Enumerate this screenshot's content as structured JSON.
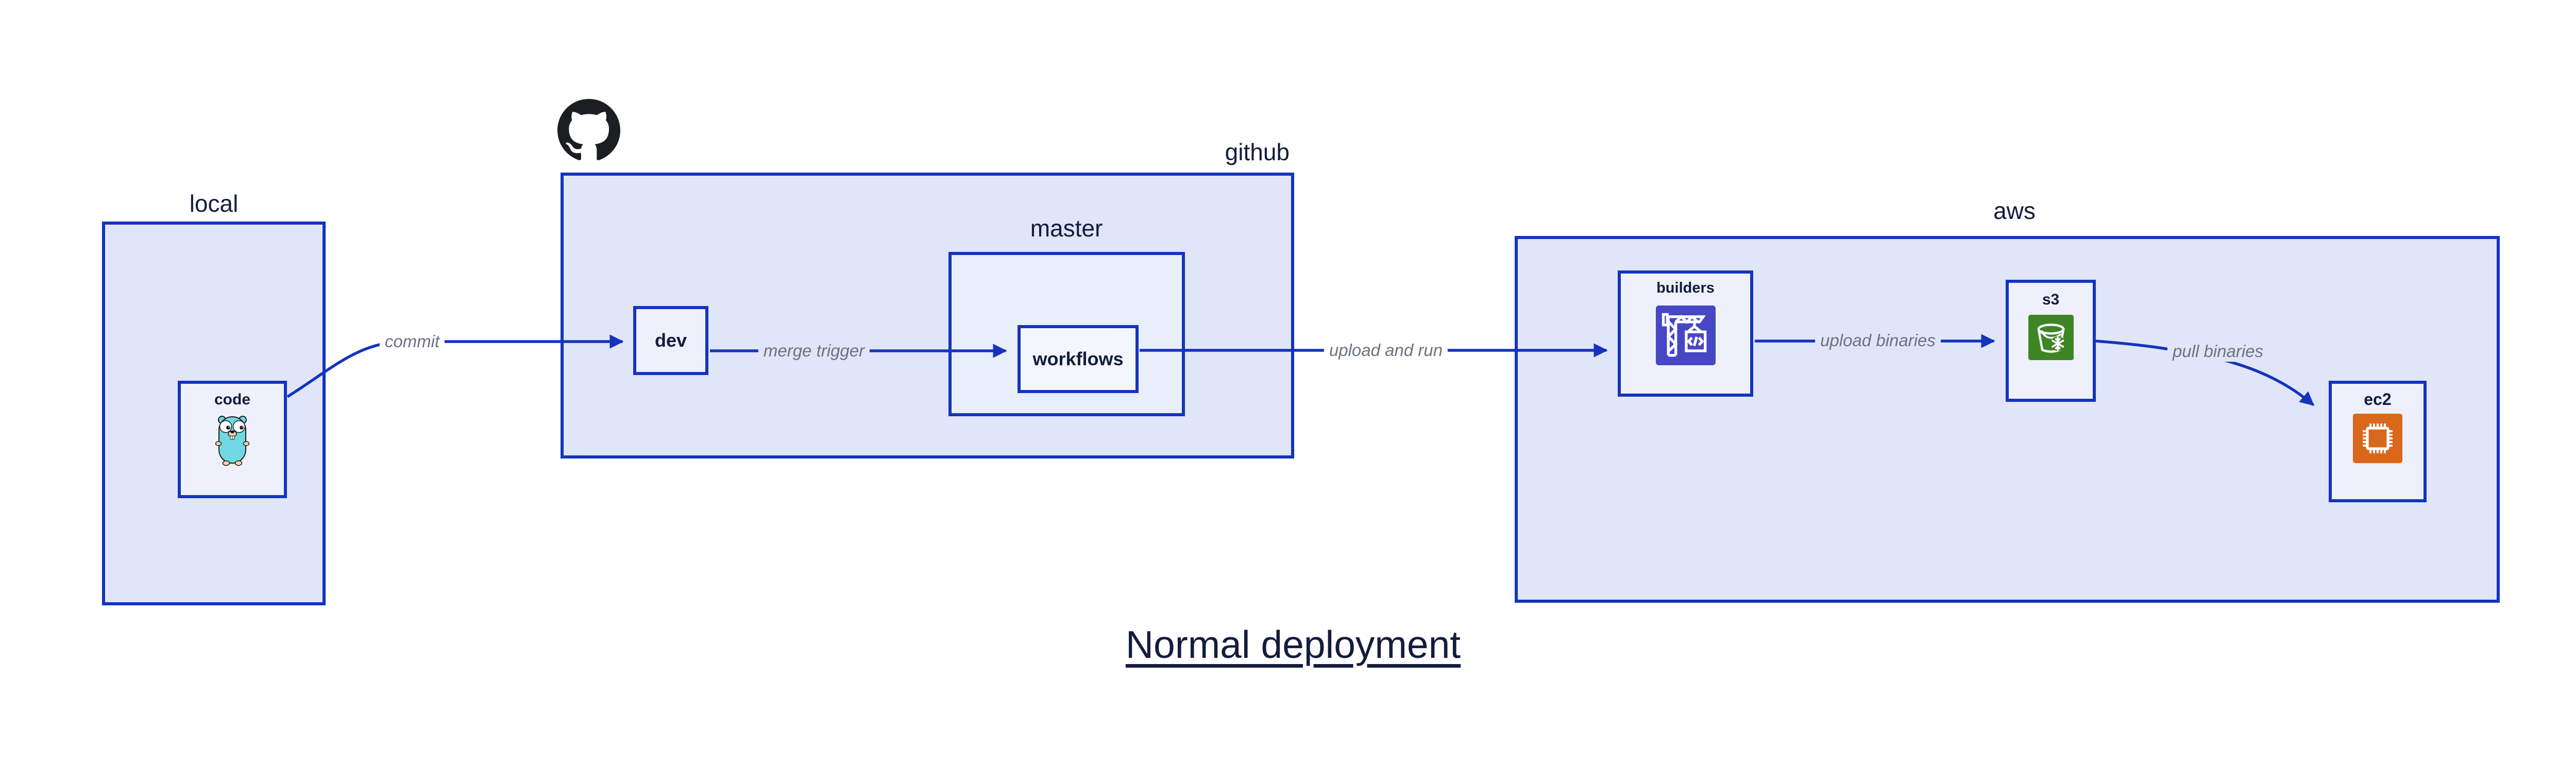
{
  "title": "Normal deployment",
  "containers": {
    "local": {
      "label": "local"
    },
    "github": {
      "label": "github",
      "icon": "github-octocat-icon"
    },
    "master": {
      "label": "master"
    },
    "aws": {
      "label": "aws"
    }
  },
  "nodes": {
    "code": {
      "label": "code",
      "icon": "go-gopher-icon"
    },
    "dev": {
      "label": "dev"
    },
    "workflows": {
      "label": "workflows"
    },
    "builders": {
      "label": "builders",
      "icon": "aws-codebuild-crane-icon"
    },
    "s3": {
      "label": "s3",
      "icon": "aws-s3-glacier-bucket-icon"
    },
    "ec2": {
      "label": "ec2",
      "icon": "aws-ec2-chip-icon"
    }
  },
  "edges": {
    "commit": {
      "label": "commit",
      "from": "code",
      "to": "dev"
    },
    "merge_trigger": {
      "label": "merge trigger",
      "from": "dev",
      "to": "workflows"
    },
    "upload_and_run": {
      "label": "upload and run",
      "from": "workflows",
      "to": "builders"
    },
    "upload_binaries": {
      "label": "upload binaries",
      "from": "builders",
      "to": "s3"
    },
    "pull_binaries": {
      "label": "pull binaries",
      "from": "s3",
      "to": "ec2"
    }
  },
  "theme": {
    "page_bg": "#ffffff",
    "edge_blue": "#1434bd",
    "container_fill": "#e0e6f8",
    "master_fill": "#e9eefb",
    "node_fill": "#eef1fb",
    "workflows_fill": "#f4f6fd",
    "label_navy": "#131c3e",
    "edge_label_gray": "#6b7280",
    "codebuild_indigo": "#4547c4",
    "s3_green": "#3e8526",
    "ec2_orange": "#d9671c",
    "gopher_teal": "#6fd8e2",
    "gopher_beige": "#f6d2a2",
    "octocat_black": "#1b1f23"
  }
}
